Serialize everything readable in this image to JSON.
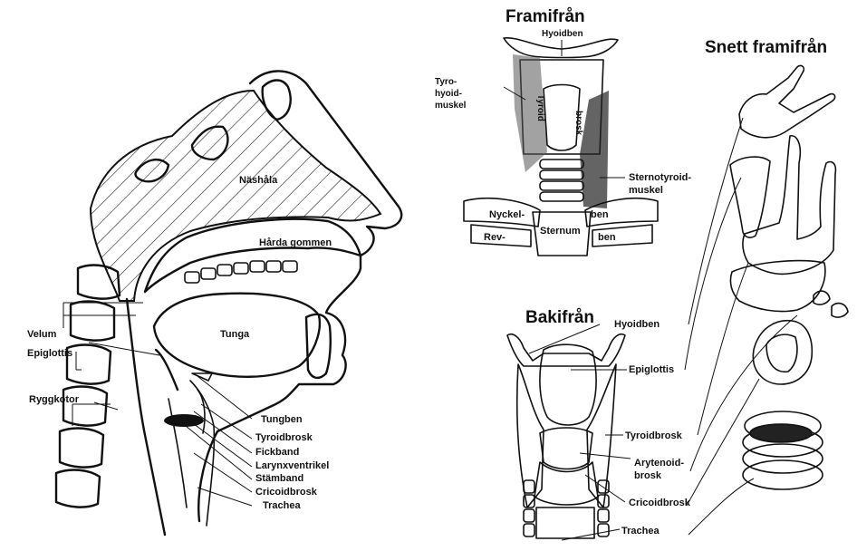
{
  "sagittal": {
    "nashala": "Näshåla",
    "harda_gommen": "Hårda gommen",
    "tunga": "Tunga",
    "velum": "Velum",
    "epiglottis": "Epiglottis",
    "ryggkotor": "Ryggkotor",
    "tungben": "Tungben",
    "tyroidbrosk": "Tyroidbrosk",
    "fickband": "Fickband",
    "larynxventrikel": "Larynxventrikel",
    "stamband": "Stämband",
    "cricoidbrosk": "Cricoidbrosk",
    "trachea": "Trachea"
  },
  "front": {
    "title": "Framifrån",
    "hyoidben": "Hyoidben",
    "tyro_line1": "Tyro-",
    "tyro_line2": "hyoid-",
    "tyro_line3": "muskel",
    "tyroid_vertical": "Tyroid",
    "brosk_vertical": "brosk",
    "sternotyroid": "Sternotyroid-",
    "muskel": "muskel",
    "nyckel": "Nyckel-",
    "ben1": "ben",
    "rev": "Rev-",
    "sternum": "Sternum",
    "ben2": "ben"
  },
  "back": {
    "title": "Bakifrån",
    "hyoidben": "Hyoidben",
    "epiglottis": "Epiglottis",
    "tyroidbrosk": "Tyroidbrosk",
    "arytenoid1": "Arytenoid-",
    "arytenoid2": "brosk",
    "cricoidbrosk": "Cricoidbrosk",
    "trachea": "Trachea"
  },
  "oblique": {
    "title": "Snett framifrån"
  }
}
